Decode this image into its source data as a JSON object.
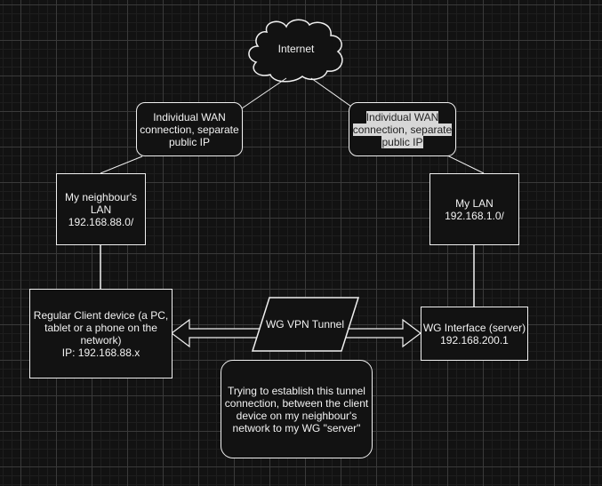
{
  "diagram": {
    "cloud": {
      "label": "Internet"
    },
    "wan_left": {
      "label": "Individual WAN\nconnection, separate\npublic IP"
    },
    "wan_right": {
      "lines": [
        "Individual WAN",
        "connection, separate",
        "public IP"
      ],
      "selected": true
    },
    "lan_left": {
      "label": "My neighbour's\nLAN\n192.168.88.0/"
    },
    "lan_right": {
      "label": "My LAN\n192.168.1.0/"
    },
    "client": {
      "label": "Regular Client device (a PC,\ntablet or a phone on the\nnetwork)\nIP: 192.168.88.x"
    },
    "tunnel": {
      "label": "WG VPN Tunnel"
    },
    "server": {
      "label": "WG Interface (server)\n192.168.200.1"
    },
    "note": {
      "label": "Trying to establish this tunnel\nconnection, between the client\ndevice on my neighbour's\nnetwork to my WG \"server\""
    }
  },
  "colors": {
    "background": "#121212",
    "stroke": "#f0f0f0",
    "grid_major": "#3a3a3a",
    "grid_minor": "#1e1e1e",
    "selection": "#d7d7d7"
  }
}
